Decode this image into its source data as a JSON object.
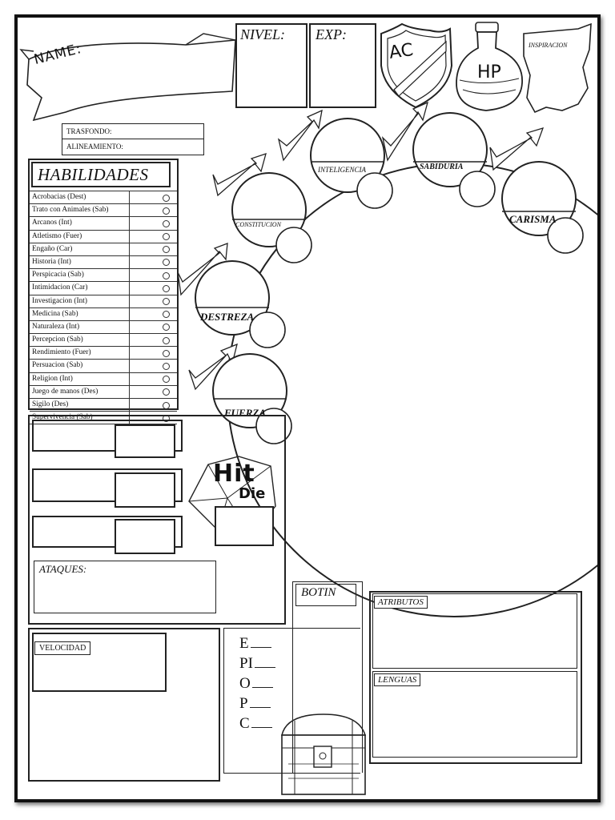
{
  "header": {
    "name_label": "NAME:",
    "nivel_label": "NIVEL:",
    "exp_label": "EXP:",
    "ac_label": "AC",
    "hp_label": "HP",
    "inspiracion_label": "INSPIRACION"
  },
  "background": {
    "trasfondo_label": "TRASFONDO:",
    "alineamiento_label": "ALINEAMIENTO:"
  },
  "habilidades": {
    "title": "HABILIDADES",
    "items": [
      "Acrobacias (Dest)",
      "Trato con Animales (Sab)",
      "Arcanos (Int)",
      "Atletismo (Fuer)",
      "Engaño (Car)",
      "Historia (Int)",
      "Perspicacia (Sab)",
      "Intimidacion (Car)",
      "Investigacion (Int)",
      "Medicina (Sab)",
      "Naturaleza (Int)",
      "Percepcion (Sab)",
      "Rendimiento (Fuer)",
      "Persuacion (Sab)",
      "Religion (Int)",
      "Juego de manos (Des)",
      "Sigilo (Des)",
      "Supervivencia (Sab)"
    ]
  },
  "abilities": {
    "inteligencia": "INTELIGENCIA",
    "sabiduria": "SABIDURIA",
    "constitucion": "CONSTITUCION",
    "carisma": "CARISMA",
    "destreza": "DESTREZA",
    "fuerza": "FUERZA"
  },
  "combat": {
    "hit_die_top": "Hit",
    "hit_die_bottom": "Die",
    "ataques_label": "ATAQUES:"
  },
  "velocidad_label": "VELOCIDAD",
  "coins": [
    "E",
    "PI",
    "O",
    "P",
    "C"
  ],
  "botin_label": "BOTIN",
  "atributos_label": "ATRIBUTOS",
  "lenguas_label": "LENGUAS"
}
